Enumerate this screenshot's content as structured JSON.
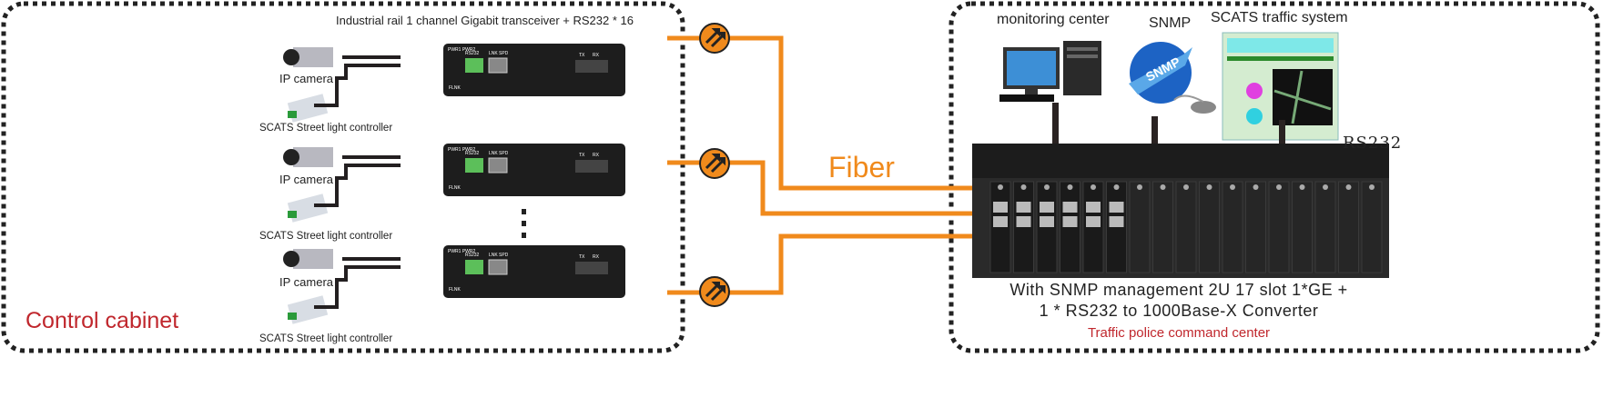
{
  "left_panel": {
    "title": "Industrial rail 1 channel Gigabit transceiver + RS232 * 16",
    "label": "Control cabinet",
    "rows": [
      {
        "camera_label": "IP camera",
        "controller_label": "SCATS Street light controller"
      },
      {
        "camera_label": "IP camera",
        "controller_label": "SCATS Street light controller"
      },
      {
        "camera_label": "IP camera",
        "controller_label": "SCATS Street light controller"
      }
    ],
    "device_text": {
      "pwr": "PWR1 PWR2",
      "rs232": "RS232",
      "lnk": "LNK",
      "spd": "SPD",
      "tx": "TX",
      "rx": "RX",
      "flnk": "FLNK"
    }
  },
  "link_label": "Fiber",
  "right_panel": {
    "monitoring": "monitoring center",
    "snmp": "SNMP",
    "scats": "SCATS traffic system",
    "rs232": "RS232",
    "desc_line1": "With SNMP management 2U 17 slot 1*GE +",
    "desc_line2": "1 * RS232 to 1000Base-X Converter",
    "location": "Traffic police command center"
  },
  "colors": {
    "fiber": "#f08a1c",
    "label_red": "#c0272d",
    "border": "#222222"
  }
}
